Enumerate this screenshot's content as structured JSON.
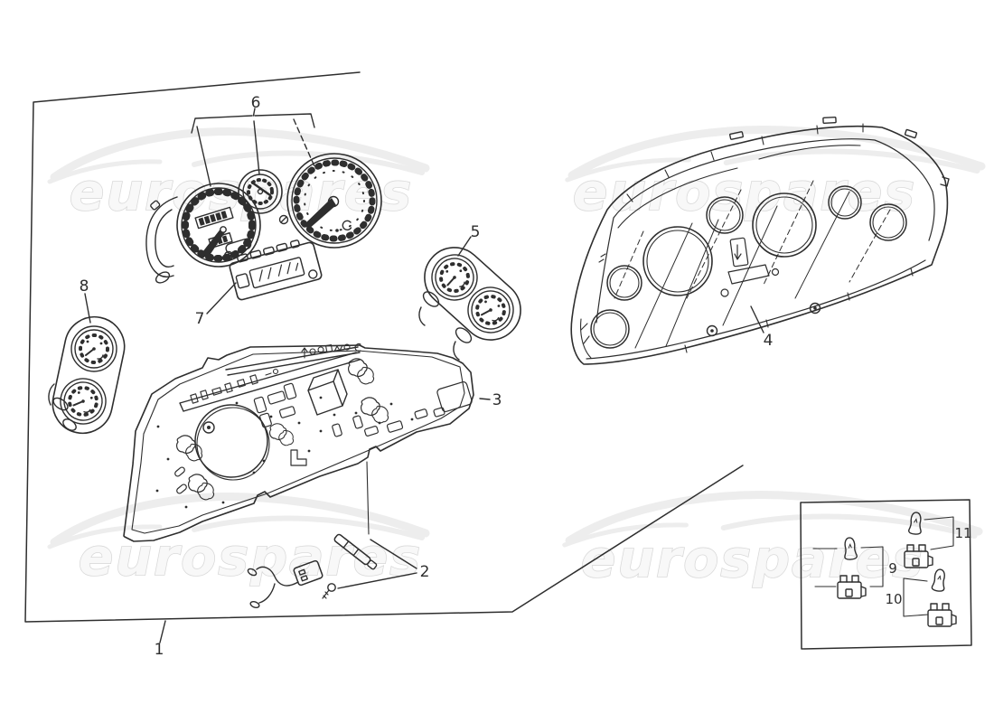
{
  "brand": {
    "text": "eurospares"
  },
  "colors": {
    "ink": "#2e2e2e",
    "paper": "#ffffff",
    "watermark_fill": "#f8f8f8",
    "watermark_outline": "#d9d9d9",
    "swoosh": "#ededed"
  },
  "callouts": {
    "n1": "1",
    "n2": "2",
    "n3": "3",
    "n4": "4",
    "n5": "5",
    "n6": "6",
    "n7": "7",
    "n8": "8",
    "n9": "9",
    "n10": "10",
    "n11": "11"
  }
}
